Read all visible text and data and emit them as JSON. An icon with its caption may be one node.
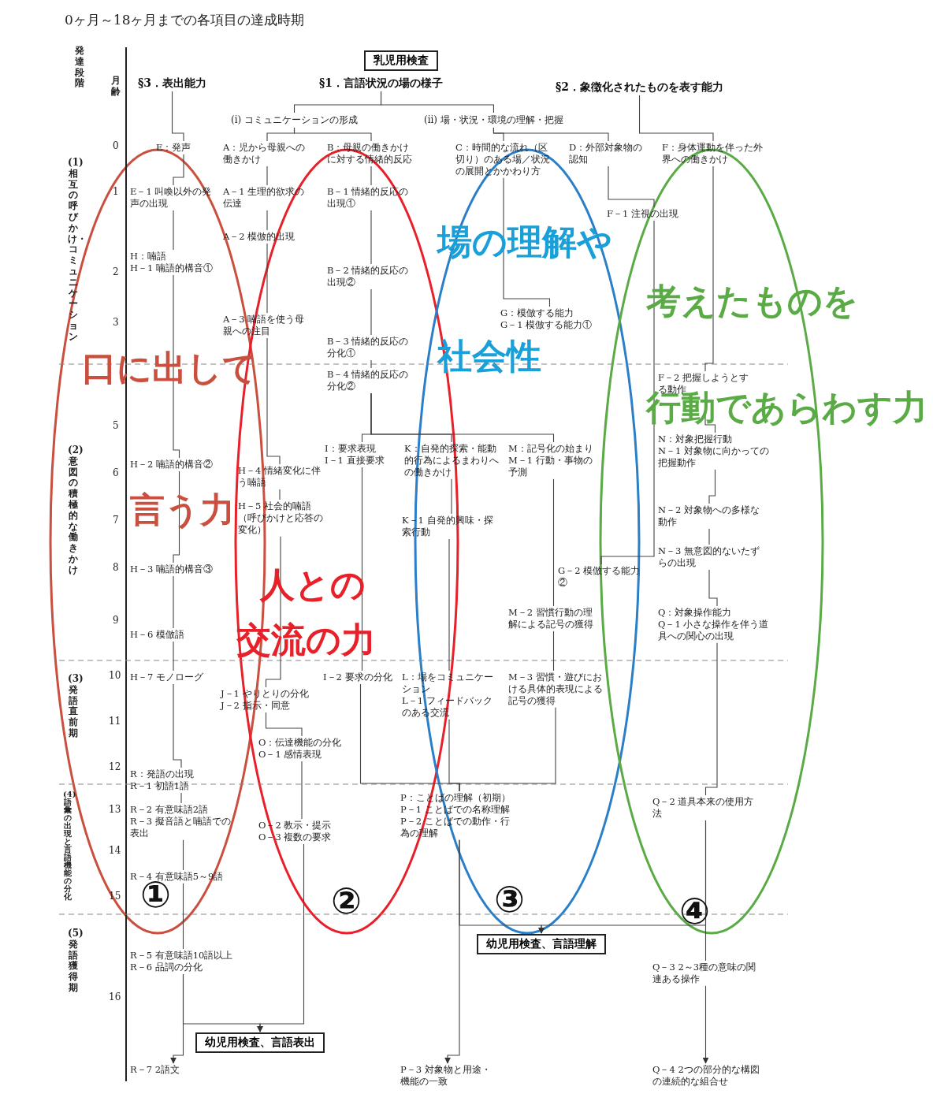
{
  "diagram": {
    "title": "0ヶ月～18ヶ月までの各項目の達成時期",
    "nodes": [
      {
        "text": [
          "乳児用検査"
        ]
      },
      {
        "text": [
          "§1．言語状況の場の様子"
        ]
      },
      {
        "text": [
          "§3．表出能力"
        ]
      },
      {
        "text": [
          "§2．象徴化されたものを表す能力"
        ]
      },
      {
        "text": [
          "(i) コミュニケーションの形成"
        ]
      },
      {
        "text": [
          "(ii) 場・状況・環境の理解・把握"
        ]
      },
      {
        "text": [
          "E：発声"
        ]
      },
      {
        "text": [
          "A：児から母親への働きかけ"
        ]
      },
      {
        "text": [
          "B：母親の働きかけに対する情緒的反応"
        ]
      },
      {
        "text": [
          "C：時間的な流れ（区切り）のある場／状況の展開とかかわり方"
        ]
      },
      {
        "text": [
          "D：外部対象物の認知"
        ]
      },
      {
        "text": [
          "F：身体運動を伴った外界への働きかけ"
        ]
      },
      {
        "text": [
          "E－1 叫喚以外の発声の出現"
        ]
      },
      {
        "text": [
          "A－1 生理的欲求の伝達"
        ]
      },
      {
        "text": [
          "B－1 情緒的反応の出現①"
        ]
      },
      {
        "text": [
          "F－1 注視の出現"
        ]
      },
      {
        "text": [
          "A－2 模倣的出現"
        ]
      },
      {
        "text": [
          "H：喃語",
          "H－1 喃語的構音①"
        ]
      },
      {
        "text": [
          "B－2 情緒的反応の出現②"
        ]
      },
      {
        "text": [
          "A－3 喃語を使う母親への注目"
        ]
      },
      {
        "text": [
          "G：模倣する能力",
          "G－1 模倣する能力①"
        ]
      },
      {
        "text": [
          "B－3 情緒的反応の分化①"
        ]
      },
      {
        "text": [
          "B－4 情緒的反応の分化②"
        ]
      },
      {
        "text": [
          "F－2 把握しようとする動作"
        ]
      },
      {
        "text": [
          "I：要求表現",
          "I－1 直接要求"
        ]
      },
      {
        "text": [
          "K：自発的探索・能動的行為によるまわりへの働きかけ"
        ]
      },
      {
        "text": [
          "M：記号化の始まり",
          "M－1 行動・事物の予測"
        ]
      },
      {
        "text": [
          "N：対象把握行動",
          "N－1 対象物に向かっての把握動作"
        ]
      },
      {
        "text": [
          "H－2 喃語的構音②"
        ]
      },
      {
        "text": [
          "H－4 情緒変化に伴う喃語"
        ]
      },
      {
        "text": [
          "H－5 社会的喃語（呼びかけと応答の変化）"
        ]
      },
      {
        "text": [
          "N－2 対象物への多様な動作"
        ]
      },
      {
        "text": [
          "K－1 自発的興味・探索行動"
        ]
      },
      {
        "text": [
          "N－3 無意図的ないたずらの出現"
        ]
      },
      {
        "text": [
          "G－2 模倣する能力②"
        ]
      },
      {
        "text": [
          "H－3 喃語的構音③"
        ]
      },
      {
        "text": [
          "M－2 習慣行動の理解による記号の獲得"
        ]
      },
      {
        "text": [
          "Q：対象操作能力",
          "Q－1 小さな操作を伴う道具への関心の出現"
        ]
      },
      {
        "text": [
          "H－6 模倣語"
        ]
      },
      {
        "text": [
          "H－7 モノローグ"
        ]
      },
      {
        "text": [
          "J－1 やりとりの分化",
          "J－2 指示・同意"
        ]
      },
      {
        "text": [
          "I－2 要求の分化"
        ]
      },
      {
        "text": [
          "L：場をコミュニケーション",
          "L－1 フィードバックのある交流"
        ]
      },
      {
        "text": [
          "M－3 習慣・遊びにおける具体的表現による記号の獲得"
        ]
      },
      {
        "text": [
          "O：伝達機能の分化",
          "O－1 感情表現"
        ]
      },
      {
        "text": [
          "R：発語の出現",
          "R－1 初語1語"
        ]
      },
      {
        "text": [
          "R－2 有意味語2語",
          "R－3 擬音語と喃語での表出"
        ]
      },
      {
        "text": [
          "P：ことばの理解（初期）",
          "P－1 ことばでの名称理解",
          "P－2 ことばでの動作・行為の理解"
        ]
      },
      {
        "text": [
          "Q－2 道具本来の使用方法"
        ]
      },
      {
        "text": [
          "O－2 教示・提示",
          "O－3 複数の要求"
        ]
      },
      {
        "text": [
          "R－4 有意味語5～9語"
        ]
      },
      {
        "text": [
          "幼児用検査、言語理解"
        ]
      },
      {
        "text": [
          "R－5 有意味語10語以上",
          "R－6 品詞の分化"
        ]
      },
      {
        "text": [
          "Q－3 2～3種の意味の関連ある操作"
        ]
      },
      {
        "text": [
          "幼児用検査、言語表出"
        ]
      },
      {
        "text": [
          "R－7 2語文"
        ]
      },
      {
        "text": [
          "P－3 対象物と用途・機能の一致"
        ]
      },
      {
        "text": [
          "Q－4 2つの部分的な構図の連続的な組合せ"
        ]
      }
    ],
    "edges": [
      {
        "from": 1,
        "to": 4,
        "arrow": "none"
      },
      {
        "from": 1,
        "to": 5,
        "arrow": "none"
      },
      {
        "from": 4,
        "to": 7,
        "arrow": "none"
      },
      {
        "from": 4,
        "to": 8,
        "arrow": "none"
      },
      {
        "from": 5,
        "to": 9,
        "arrow": "none"
      },
      {
        "from": 5,
        "to": 10,
        "arrow": "none"
      },
      {
        "from": 2,
        "to": 6,
        "arrow": "none"
      },
      {
        "from": 6,
        "to": 12,
        "arrow": "none"
      },
      {
        "from": 12,
        "to": 17,
        "arrow": "none"
      },
      {
        "from": 17,
        "to": 28,
        "arrow": "none"
      },
      {
        "from": 28,
        "to": 35,
        "arrow": "none"
      },
      {
        "from": 35,
        "to": 38,
        "arrow": "none"
      },
      {
        "from": 38,
        "to": 39,
        "arrow": "none"
      },
      {
        "from": 39,
        "to": 45,
        "arrow": "none"
      },
      {
        "from": 45,
        "to": 46,
        "arrow": "none"
      },
      {
        "from": 46,
        "to": 50,
        "arrow": "none"
      },
      {
        "from": 50,
        "to": 52,
        "arrow": "none"
      },
      {
        "from": 52,
        "to": 55,
        "arrow": "to"
      },
      {
        "from": 52,
        "to": 54,
        "arrow": "to"
      },
      {
        "from": 7,
        "to": 13,
        "arrow": "none"
      },
      {
        "from": 13,
        "to": 16,
        "arrow": "none"
      },
      {
        "from": 16,
        "to": 19,
        "arrow": "none"
      },
      {
        "from": 19,
        "to": 29,
        "arrow": "none"
      },
      {
        "from": 29,
        "to": 30,
        "arrow": "none"
      },
      {
        "from": 30,
        "to": 40,
        "arrow": "none"
      },
      {
        "from": 40,
        "to": 44,
        "arrow": "none"
      },
      {
        "from": 44,
        "to": 49,
        "arrow": "none"
      },
      {
        "from": 49,
        "to": 54,
        "arrow": "to"
      },
      {
        "from": 8,
        "to": 14,
        "arrow": "none"
      },
      {
        "from": 14,
        "to": 18,
        "arrow": "none"
      },
      {
        "from": 18,
        "to": 21,
        "arrow": "none"
      },
      {
        "from": 21,
        "to": 22,
        "arrow": "none"
      },
      {
        "from": 22,
        "to": 24,
        "arrow": "none"
      },
      {
        "from": 22,
        "to": 25,
        "arrow": "none"
      },
      {
        "from": 22,
        "to": 26,
        "arrow": "none"
      },
      {
        "from": 9,
        "to": 20,
        "arrow": "none"
      },
      {
        "from": 10,
        "to": 15,
        "arrow": "none"
      },
      {
        "from": 15,
        "to": 34,
        "arrow": "none"
      },
      {
        "from": 3,
        "to": 11,
        "arrow": "none"
      },
      {
        "from": 11,
        "to": 23,
        "arrow": "none"
      },
      {
        "from": 23,
        "to": 27,
        "arrow": "none"
      },
      {
        "from": 27,
        "to": 31,
        "arrow": "none"
      },
      {
        "from": 31,
        "to": 33,
        "arrow": "none"
      },
      {
        "from": 33,
        "to": 37,
        "arrow": "none"
      },
      {
        "from": 37,
        "to": 48,
        "arrow": "none"
      },
      {
        "from": 48,
        "to": 53,
        "arrow": "none"
      },
      {
        "from": 53,
        "to": 57,
        "arrow": "to"
      },
      {
        "from": 48,
        "to": 51,
        "arrow": "to"
      },
      {
        "from": 24,
        "to": 41,
        "arrow": "none"
      },
      {
        "from": 25,
        "to": 32,
        "arrow": "none"
      },
      {
        "from": 32,
        "to": 42,
        "arrow": "none"
      },
      {
        "from": 26,
        "to": 36,
        "arrow": "none"
      },
      {
        "from": 36,
        "to": 43,
        "arrow": "none"
      },
      {
        "from": 41,
        "to": 47,
        "arrow": "none"
      },
      {
        "from": 42,
        "to": 47,
        "arrow": "none"
      },
      {
        "from": 43,
        "to": 47,
        "arrow": "none"
      },
      {
        "from": 47,
        "to": 56,
        "arrow": "to"
      },
      {
        "from": 47,
        "to": 51,
        "arrow": "to"
      }
    ],
    "labels": [
      "発達段階",
      "月齢",
      "0",
      "(1) 相互の呼びかけ・コミュニケーション",
      "1",
      "2",
      "3",
      "5",
      "(2) 意図の積極的な働きかけ",
      "6",
      "7",
      "8",
      "9",
      "10",
      "(3) 発語直前期",
      "11",
      "12",
      "13",
      "(4) 語彙の出現と言語機能の分化",
      "14",
      "15",
      "(5) 発語獲得期",
      "16",
      "口に出して",
      "言う力",
      "①",
      "人との",
      "交流の力",
      "②",
      "場の理解や",
      "社会性",
      "③",
      "考えたものを",
      "行動であらわす力",
      "④"
    ]
  }
}
